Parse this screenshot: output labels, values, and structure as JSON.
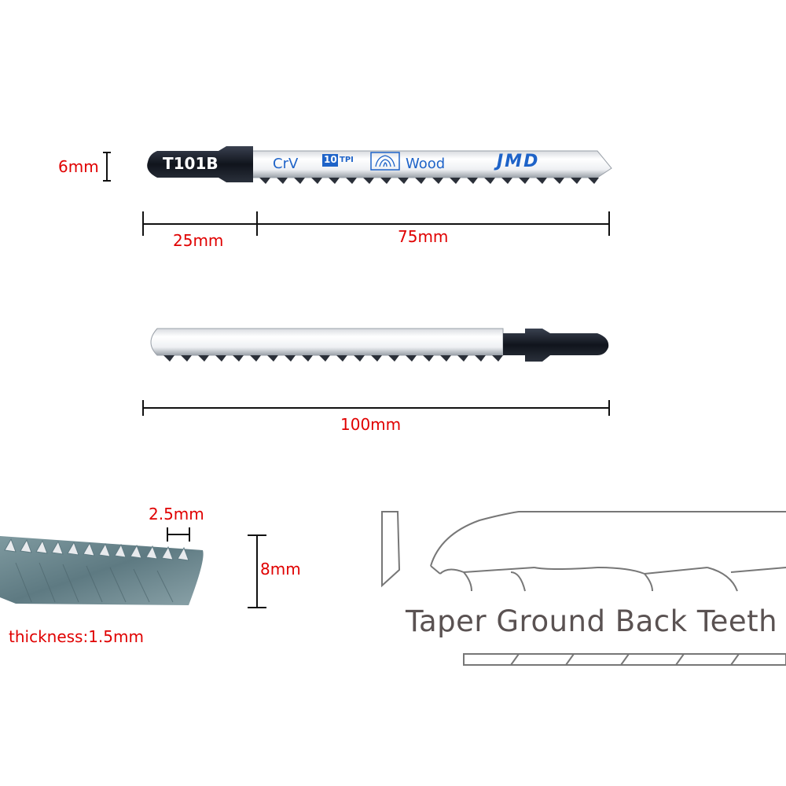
{
  "blade_top": {
    "model": "T101B",
    "material": "CrV",
    "tpi_number": "10",
    "tpi_unit": "TPI",
    "wood_icon": "wood-grain-icon",
    "application": "Wood",
    "brand": "JMD"
  },
  "dimensions": {
    "width": "6mm",
    "shank_length": "25mm",
    "cut_length": "75mm",
    "total_length": "100mm",
    "tooth_pitch": "2.5mm",
    "blade_height": "8mm",
    "thickness": "thickness:1.5mm"
  },
  "caption": "Taper Ground Back Teeth",
  "colors": {
    "dimension_text": "#e00000",
    "blade_ink": "#1e63c8",
    "caption_text": "#5a5252"
  }
}
